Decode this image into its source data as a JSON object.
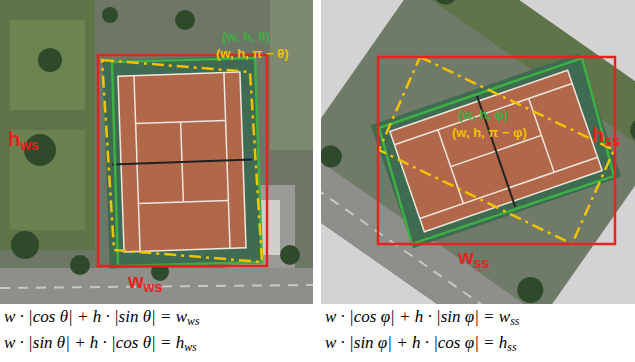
{
  "diagram": {
    "labels": [
      "(w, h, θ)",
      "(w, h, π − θ)",
      "hws",
      "wws",
      "(w, h, φ)",
      "(w, h, π − φ)",
      "hss",
      "wss",
      "w · |cos θ| + h · |sin θ| = wws",
      "w · |sin θ| + h · |cos θ| = hws",
      "w · |cos φ| + h · |sin φ| = wss",
      "w · |sin φ| + h · |cos φ| = hss"
    ]
  }
}
